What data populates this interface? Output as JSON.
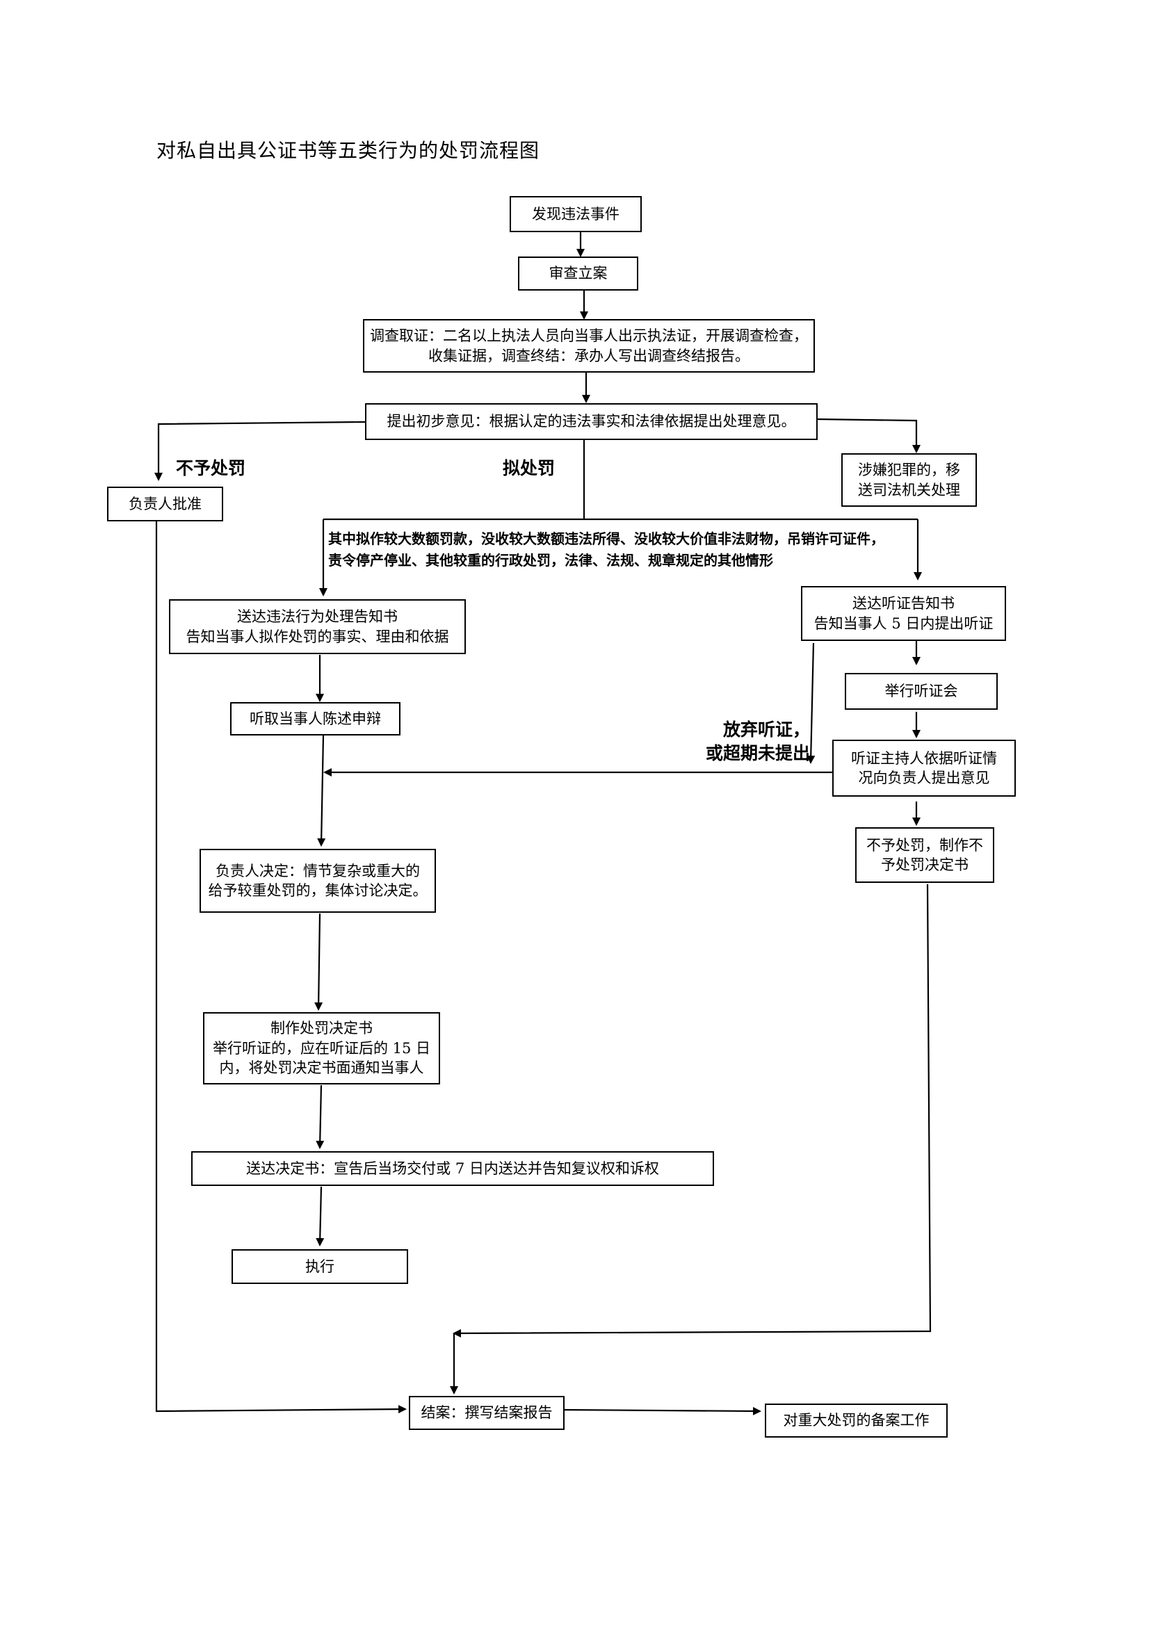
{
  "title": "对私自出具公证书等五类行为的处罚流程图",
  "nodes": {
    "discover": "发现违法事件",
    "register": "审查立案",
    "investigate": [
      "调查取证：二名以上执法人员向当事人出示执法证，开展调查检查，",
      "收集证据，调查终结：承办人写出调查终结报告。"
    ],
    "opinion": "提出初步意见：根据认定的违法事实和法律依据提出处理意见。",
    "approve": "负责人批准",
    "transfer": [
      "涉嫌犯罪的，移",
      "送司法机关处理"
    ],
    "notice": [
      "送达违法行为处理告知书",
      "告知当事人拟作处罚的事实、理由和依据"
    ],
    "hearing_notice": [
      "送达听证告知书",
      "告知当事人 5 日内提出听证"
    ],
    "hearing": "举行听证会",
    "listen": "听取当事人陈述申辩",
    "host": [
      "听证主持人依据听证情",
      "况向负责人提出意见"
    ],
    "no_penalty": [
      "不予处罚，制作不",
      "予处罚决定书"
    ],
    "decide": [
      "负责人决定：情节复杂或重大的",
      "给予较重处罚的，集体讨论决定。"
    ],
    "make_decision": [
      "制作处罚决定书",
      "举行听证的，应在听证后的 15 日",
      "内，将处罚决定书面通知当事人"
    ],
    "deliver": "送达决定书：宣告后当场交付或 7 日内送达并告知复议权和诉权",
    "execute": "执行",
    "close": "结案：撰写结案报告",
    "record": "对重大处罚的备案工作"
  },
  "labels": {
    "no_punish": "不予处罚",
    "propose": "拟处罚",
    "condition": [
      "其中拟作较大数额罚款，没收较大数额违法所得、没收较大价值非法财物，吊销许可证件，",
      "责令停产停业、其他较重的行政处罚，法律、法规、规章规定的其他情形"
    ],
    "waive": [
      "放弃听证，",
      "或超期未提出"
    ]
  }
}
